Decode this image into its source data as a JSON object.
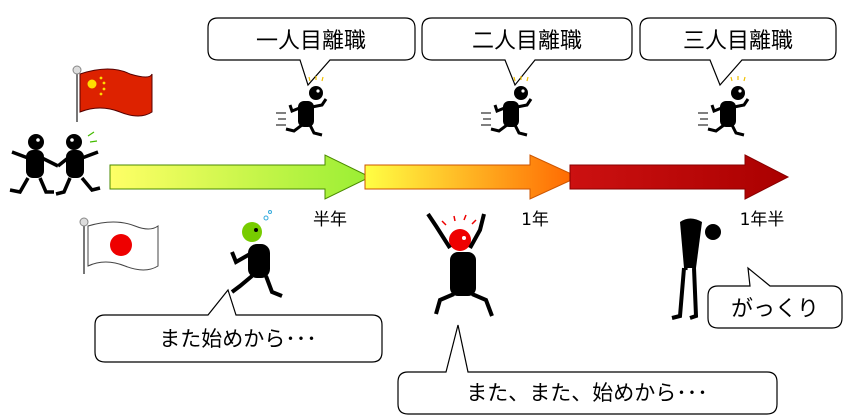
{
  "callouts": {
    "first_quit": "一人目離職",
    "second_quit": "二人目離職",
    "third_quit": "三人目離職",
    "start_again": "また始めから･･･",
    "start_again_again": "また、また、始めから･･･",
    "dejected": "がっくり"
  },
  "timeline": {
    "half_year": "半年",
    "one_year": "1年",
    "one_and_half_year": "1年半"
  },
  "colors": {
    "arrow1_start": "#ffff66",
    "arrow1_end": "#99ee33",
    "arrow2_start": "#ffff33",
    "arrow2_end": "#ff6600",
    "arrow3_start": "#cc1111",
    "arrow3_end": "#aa0000",
    "china_flag": "#dd2200",
    "japan_sun": "#ee0000"
  },
  "icons": {
    "flag_china": "china-flag-icon",
    "flag_japan": "japan-flag-icon",
    "handshake": "handshake-figures-icon",
    "runner": "running-figure-icon"
  }
}
